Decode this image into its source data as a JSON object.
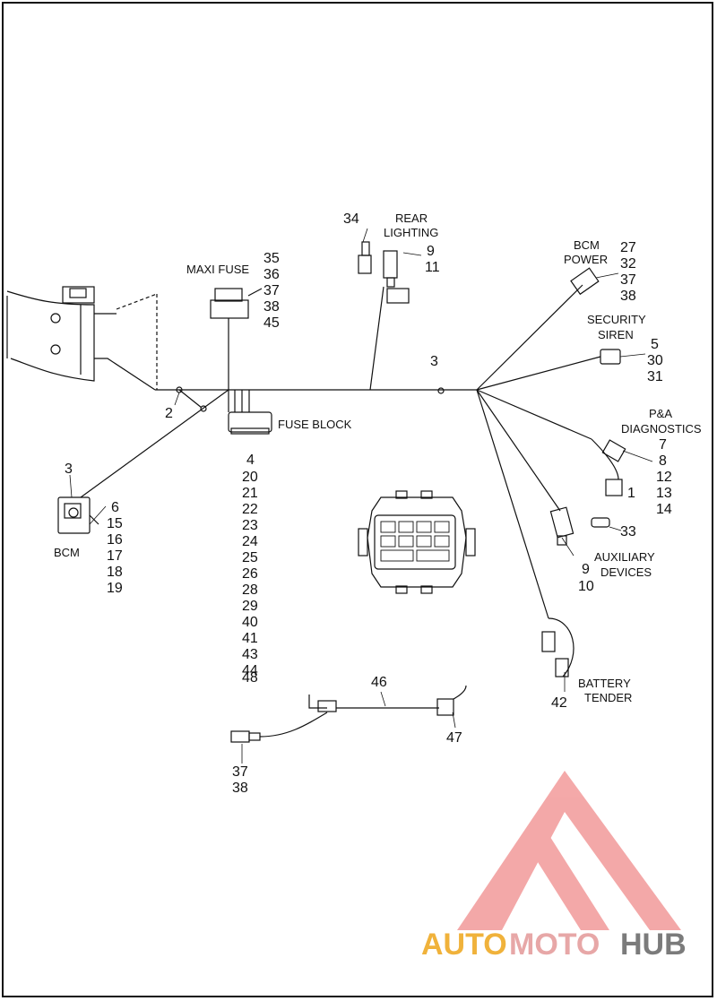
{
  "labels": {
    "maxi_fuse": "MAXI FUSE",
    "fuse_block": "FUSE BLOCK",
    "rear_lighting_1": "REAR",
    "rear_lighting_2": "LIGHTING",
    "bcm_power_1": "BCM",
    "bcm_power_2": "POWER",
    "security_siren_1": "SECURITY",
    "security_siren_2": "SIREN",
    "pa_diag_1": "P&A",
    "pa_diag_2": "DIAGNOSTICS",
    "aux_1": "AUXILIARY",
    "aux_2": "DEVICES",
    "battery_1": "BATTERY",
    "battery_2": "TENDER",
    "bcm": "BCM"
  },
  "callouts": {
    "maxi_fuse": [
      "35",
      "36",
      "37",
      "38",
      "45"
    ],
    "rear_34": "34",
    "rear_lighting": [
      "9",
      "11"
    ],
    "bcm_power": [
      "27",
      "32",
      "37",
      "38"
    ],
    "security_siren": [
      "5",
      "30",
      "31"
    ],
    "main_3": "3",
    "pa_diag": [
      "7",
      "8",
      "12",
      "13",
      "14"
    ],
    "pa_1": "1",
    "aux_33": "33",
    "aux": [
      "9",
      "10"
    ],
    "battery_42": "42",
    "fuse_block": [
      "4",
      "20",
      "21",
      "22",
      "23",
      "24",
      "25",
      "26",
      "28",
      "29",
      "40",
      "41",
      "43",
      "44",
      "48"
    ],
    "ground_2": "2",
    "bcm_3": "3",
    "bcm": [
      "6",
      "15",
      "16",
      "17",
      "18",
      "19"
    ],
    "cable_46": "46",
    "cable_47": "47",
    "cable_37_38": [
      "37",
      "38"
    ]
  },
  "watermark": {
    "part1": "AUTO",
    "part2": "MOTO",
    "part3": "HUB",
    "color_auto": "#f0b23b",
    "color_moto": "#e7a7a7",
    "color_hub": "#7b7b7b",
    "logo_color": "#f08c8c"
  }
}
